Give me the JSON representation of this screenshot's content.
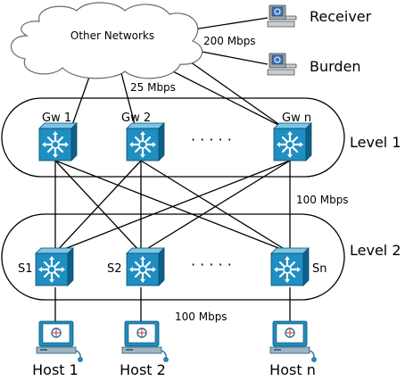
{
  "cloud": {
    "label": "Other Networks"
  },
  "external": {
    "receiver": "Receiver",
    "burden": "Burden",
    "link_bandwidth": "200 Mbps"
  },
  "uplink_bandwidth": "25 Mbps",
  "level1": {
    "label": "Level 1",
    "gateways": [
      "Gw 1",
      "Gw 2",
      "Gw n"
    ],
    "ellipsis": "· · · · ·"
  },
  "inter_level_bandwidth": "100 Mbps",
  "level2": {
    "label": "Level 2",
    "switches": [
      "S1",
      "S2",
      "Sn"
    ],
    "ellipsis": "· · · · ·"
  },
  "host_bandwidth": "100 Mbps",
  "hosts": [
    "Host 1",
    "Host 2",
    "Host n"
  ],
  "colors": {
    "device_face": "#1f8ec0",
    "device_top": "#7cc6e6",
    "device_side": "#0f5f87",
    "line": "#000000",
    "cloud_stroke": "#6a6a6a"
  }
}
